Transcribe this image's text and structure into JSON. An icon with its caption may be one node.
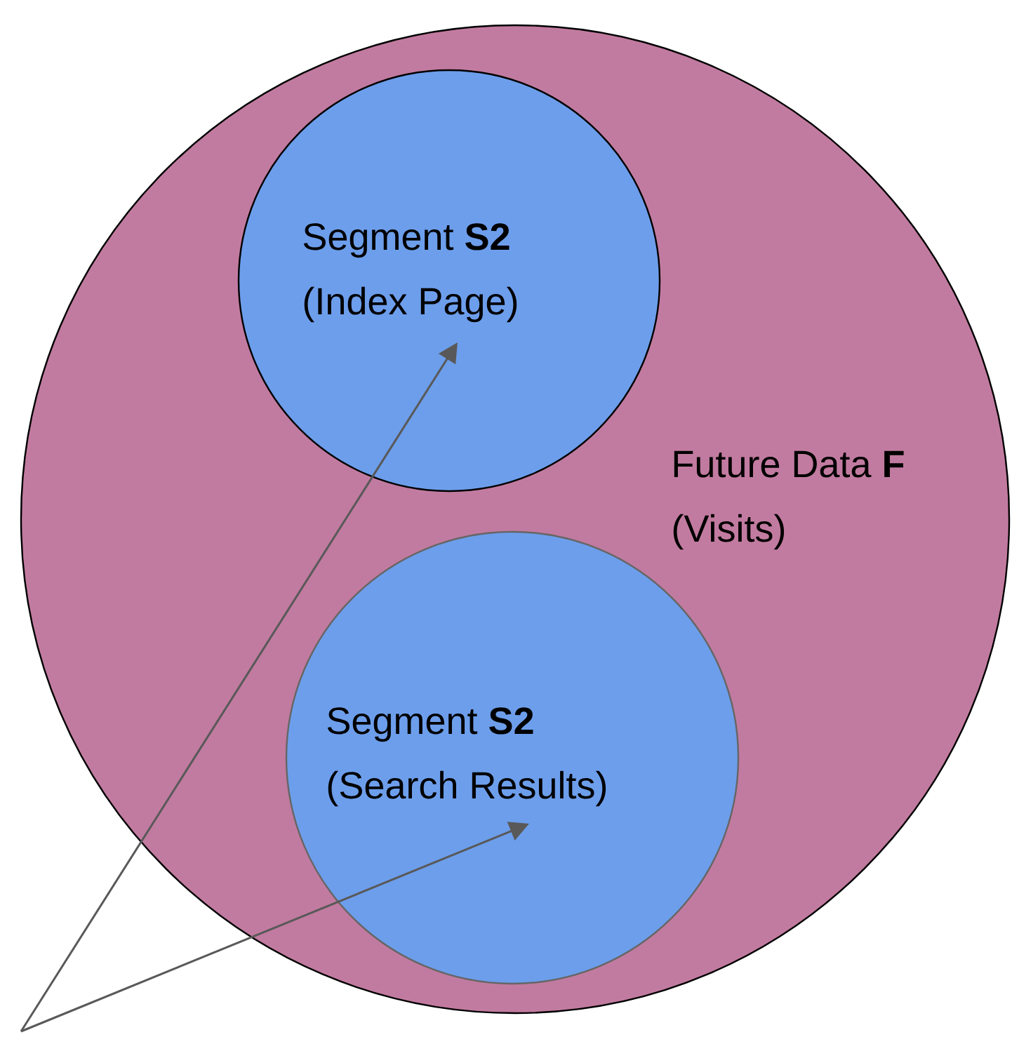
{
  "diagram": {
    "nodes": [
      {
        "text": [
          "Future Data **F**",
          "(Visits)"
        ]
      },
      {
        "text": [
          "Segment **S2**",
          "(Index Page)"
        ],
        "in": 0
      },
      {
        "text": [
          "Segment **S2**",
          "(Search Results)"
        ],
        "in": 0
      }
    ],
    "edges": [
      {
        "from": null,
        "to": 1,
        "arrow": "to"
      },
      {
        "from": null,
        "to": 2,
        "arrow": "to"
      }
    ]
  }
}
